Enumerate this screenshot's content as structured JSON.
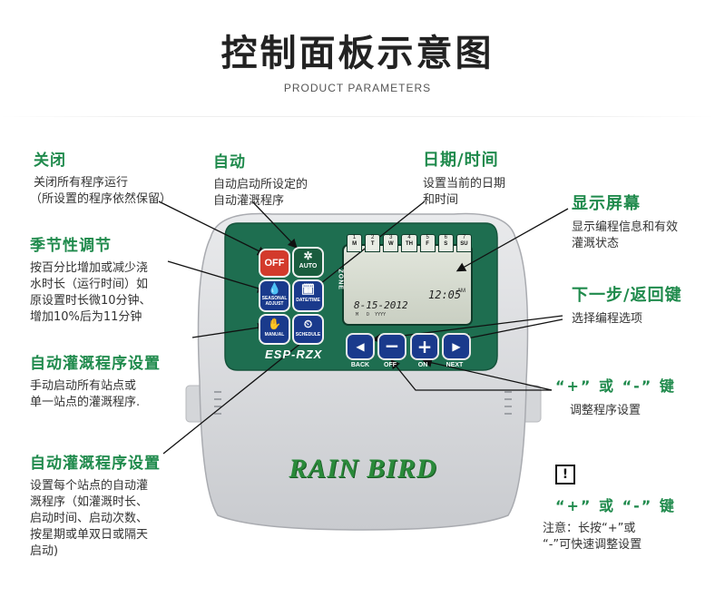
{
  "header": {
    "title": "控制面板示意图",
    "subtitle": "PRODUCT PARAMETERS"
  },
  "callouts": {
    "off": {
      "title": "关闭",
      "lines": [
        "关闭所有程序运行",
        "（所设置的程序依然保留）"
      ]
    },
    "auto": {
      "title": "自动",
      "lines": [
        "自动启动所设定的",
        "自动灌溉程序"
      ]
    },
    "datetime": {
      "title": "日期/时间",
      "lines": [
        "设置当前的日期",
        "和时间"
      ]
    },
    "display": {
      "title": "显示屏幕",
      "lines": [
        "显示编程信息和有效",
        "灌溉状态"
      ]
    },
    "seasonal": {
      "title": "季节性调节",
      "lines": [
        "按百分比增加或减少浇",
        "水时长（运行时间）如",
        "原设置时长微10分钟、",
        "增加10%后为11分钟"
      ]
    },
    "nextback": {
      "title": "下一步/返回键",
      "lines": [
        "选择编程选项"
      ]
    },
    "manual": {
      "title": "自动灌溉程序设置",
      "lines": [
        "手动启动所有站点或",
        "单一站点的灌溉程序."
      ]
    },
    "plusminus": {
      "title": "“+” 或 “-” 键",
      "lines": [
        "调整程序设置"
      ]
    },
    "schedule": {
      "title": "自动灌溉程序设置",
      "lines": [
        "设置每个站点的自动灌",
        "溉程序（如灌溉时长、",
        "启动时间、启动次数、",
        "按星期或单双日或隔天",
        "启动)"
      ]
    },
    "note": {
      "icon": "exclamation-icon",
      "title": "“+” 或 “-” 键",
      "lines": [
        "注意：长按“+”或",
        "“-”可快速调整设置"
      ]
    }
  },
  "device": {
    "brand": "RAIN BIRD",
    "model": "ESP-RZX",
    "day_tabs": [
      {
        "num": "1",
        "day": "M"
      },
      {
        "num": "2",
        "day": "T"
      },
      {
        "num": "3",
        "day": "W"
      },
      {
        "num": "4",
        "day": "TH"
      },
      {
        "num": "5",
        "day": "F"
      },
      {
        "num": "6",
        "day": "S"
      },
      {
        "num": "7",
        "day": "SU"
      }
    ],
    "zone_label": "ZONE",
    "lcd_date": "8-15-2012",
    "lcd_date_fields": "M   D  YYYY",
    "lcd_time": "12:05",
    "lcd_ampm": "AM",
    "buttons": {
      "off": "OFF",
      "auto": "AUTO",
      "seasonal": "SEASONAL ADJUST",
      "datetime": "DATE/TIME",
      "manual": "MANUAL",
      "schedule": "SCHEDULE",
      "back": "BACK",
      "minus_label": "OFF",
      "plus_label": "ON",
      "next": "NEXT"
    },
    "colors": {
      "panel_green": "#1e6e50",
      "off_red": "#d33a2c",
      "nav_blue": "#1a3a8c",
      "brand_green": "#2a8a3a"
    }
  }
}
